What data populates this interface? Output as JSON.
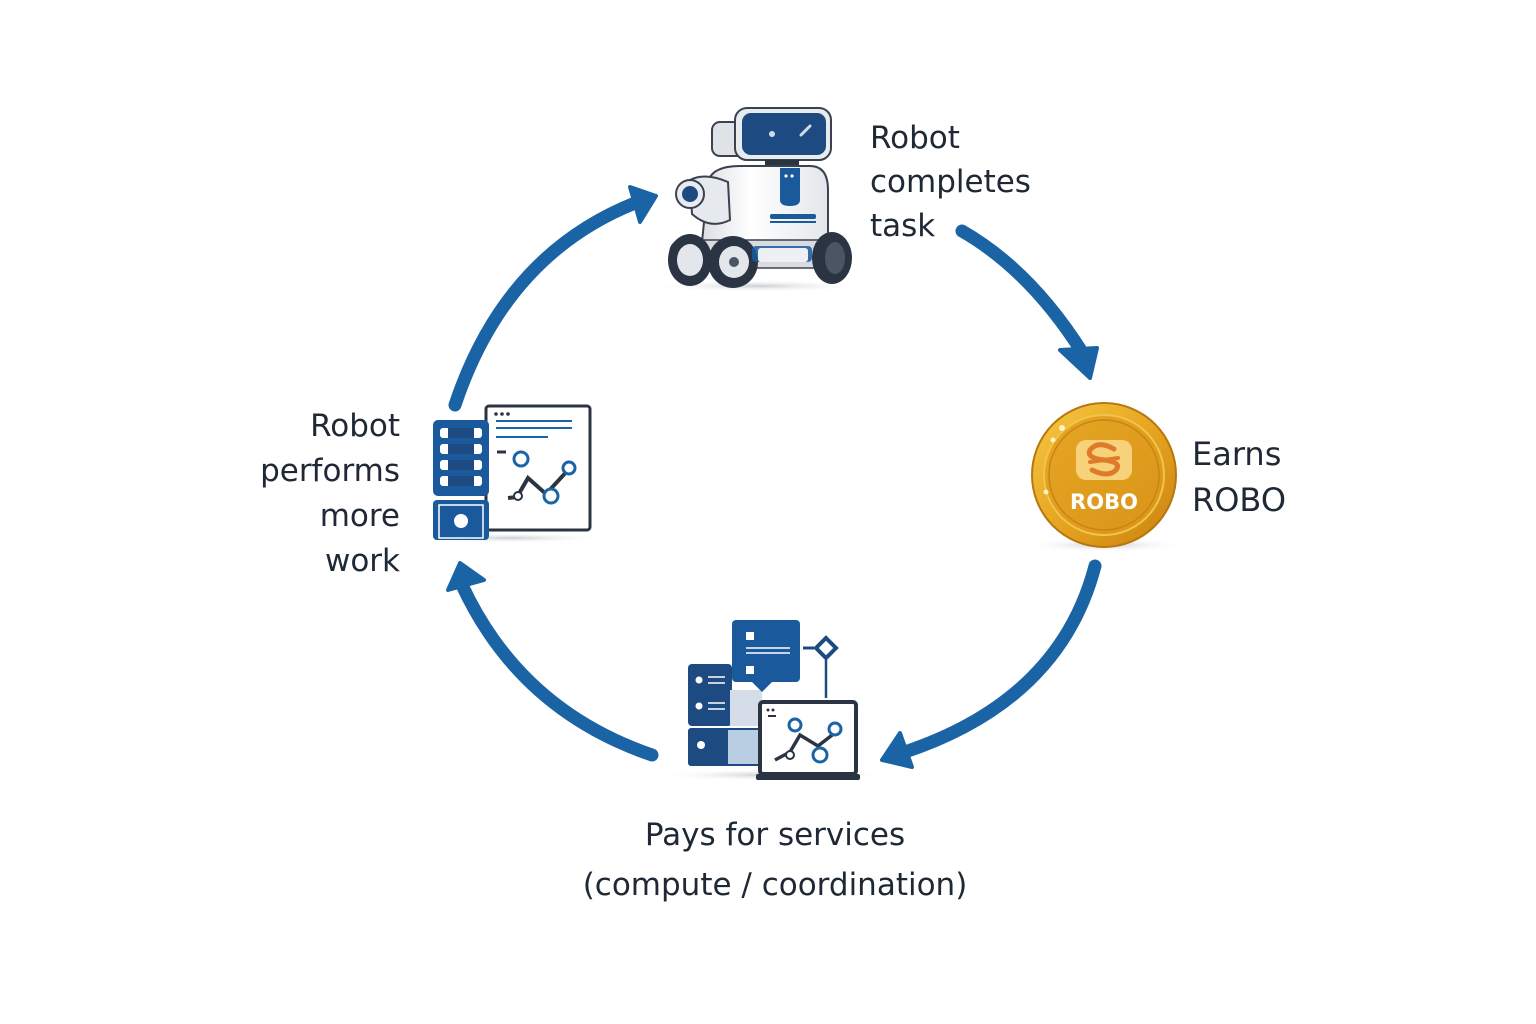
{
  "diagram": {
    "type": "cycle",
    "accent_color": "#1a64a6",
    "steps": [
      {
        "id": "task",
        "icon": "robot-icon",
        "lines": [
          "Robot",
          "completes",
          "task"
        ]
      },
      {
        "id": "earn",
        "icon": "coin-icon",
        "lines": [
          "Earns",
          "ROBO"
        ],
        "coin_label": "ROBO",
        "coin_color": "#e9a823"
      },
      {
        "id": "pay",
        "icon": "server-laptop-icon",
        "lines": [
          "Pays for services",
          "(compute / coordination)"
        ]
      },
      {
        "id": "work",
        "icon": "server-dashboard-icon",
        "lines": [
          "Robot",
          "performs",
          "more",
          "work"
        ]
      }
    ],
    "arrows": [
      {
        "from": "task",
        "to": "earn"
      },
      {
        "from": "earn",
        "to": "pay"
      },
      {
        "from": "pay",
        "to": "work"
      },
      {
        "from": "work",
        "to": "task"
      }
    ]
  }
}
